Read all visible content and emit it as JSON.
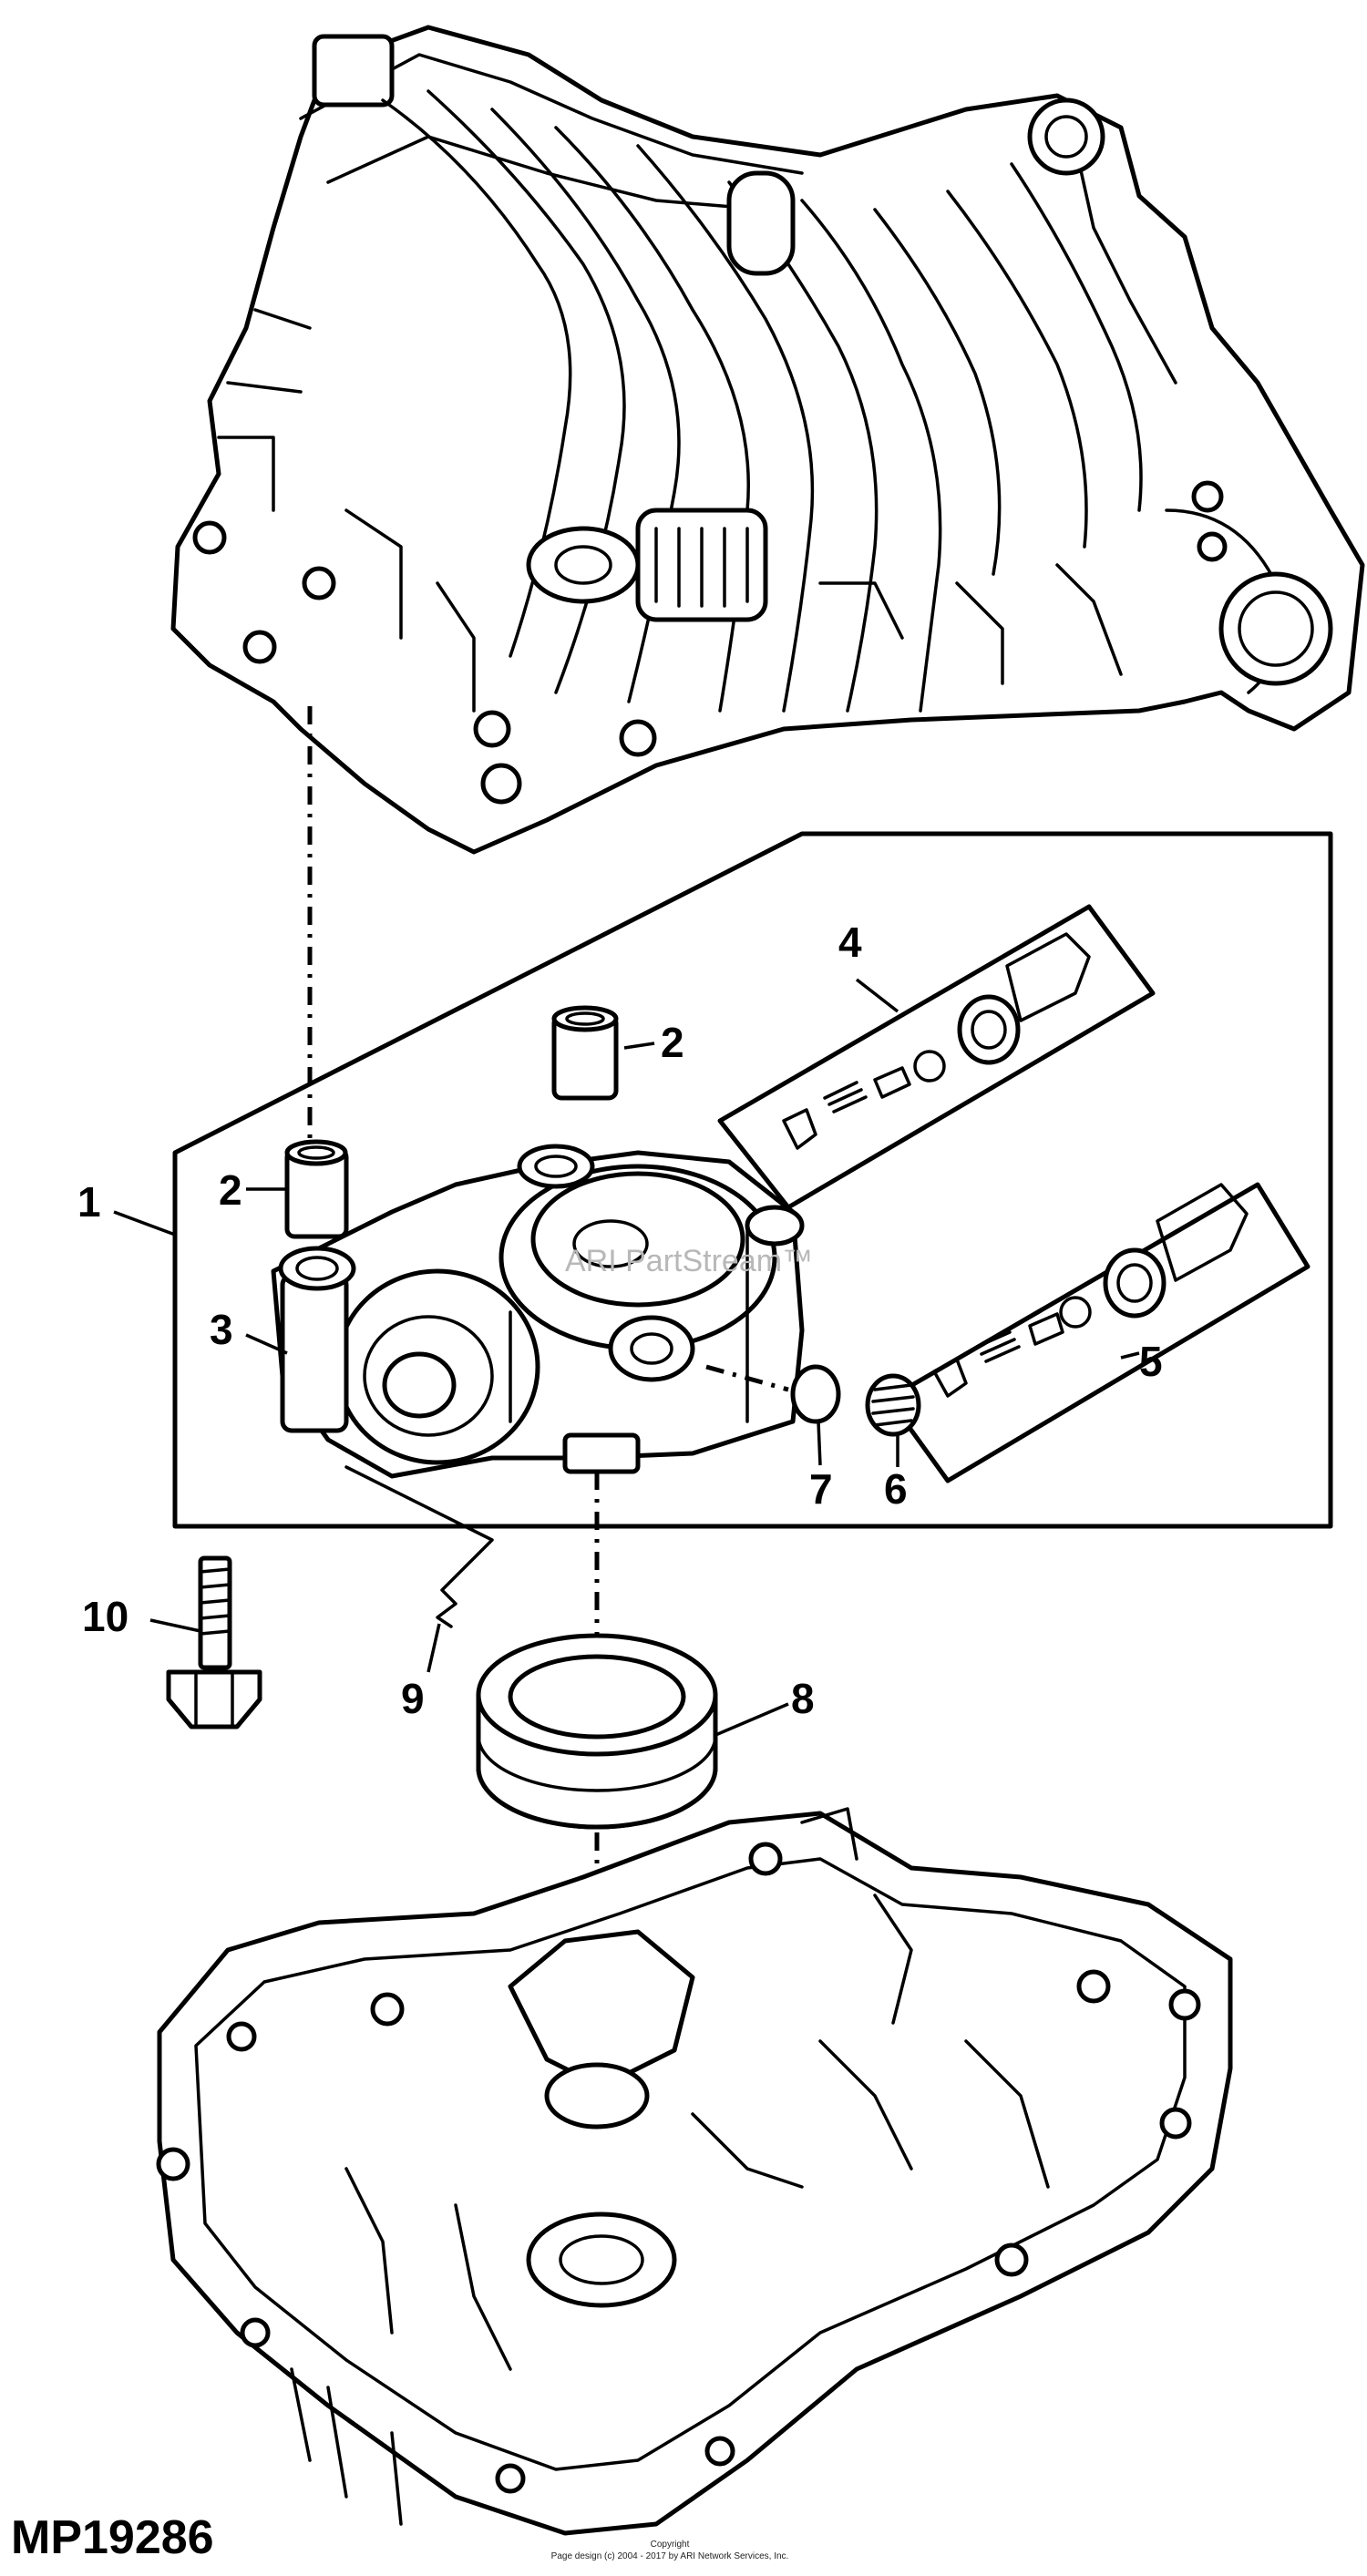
{
  "callouts": [
    "1",
    "2",
    "2",
    "3",
    "4",
    "5",
    "6",
    "7",
    "8",
    "9",
    "10"
  ],
  "figure_id": "MP19286",
  "watermark": "ARI PartStream™",
  "footer": {
    "copyright": "Copyright",
    "line": "Page design (c) 2004 - 2017 by ARI Network Services, Inc."
  }
}
